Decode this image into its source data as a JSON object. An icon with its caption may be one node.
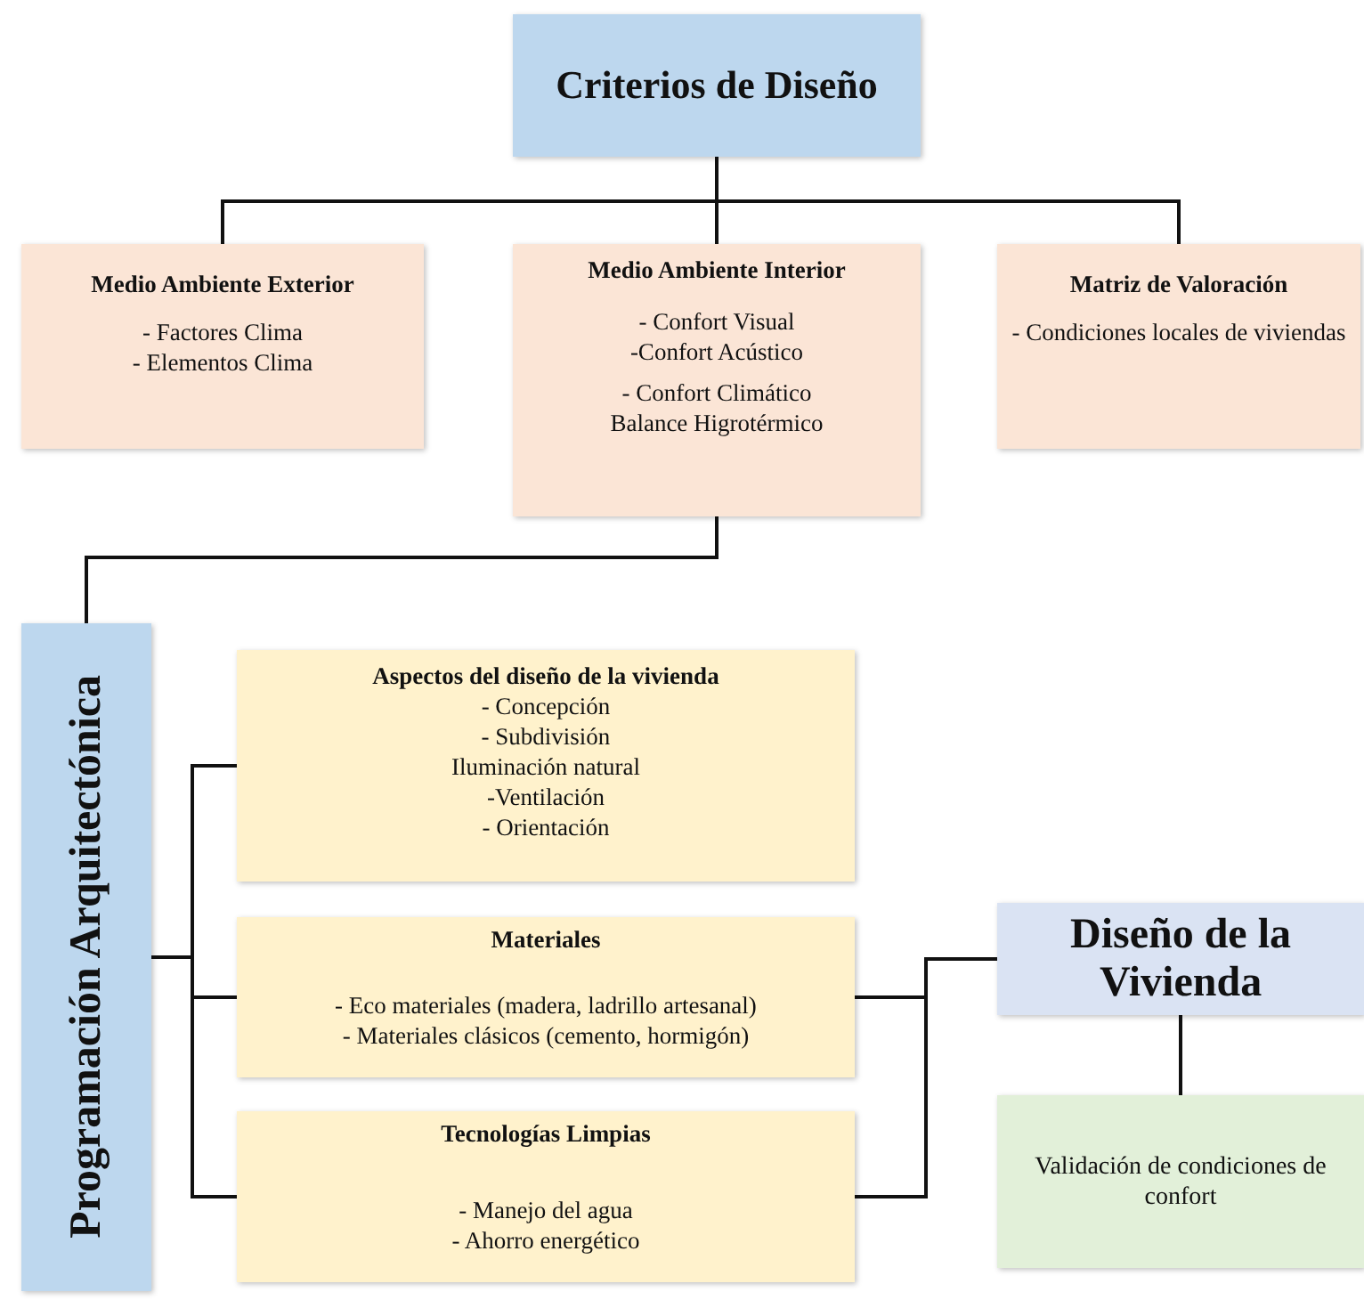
{
  "diagram": {
    "nodes": [
      {
        "text": [
          "Criterios de Diseño"
        ]
      },
      {
        "text": [
          "Medio Ambiente Exterior",
          "- Factores Clima",
          "- Elementos Clima"
        ]
      },
      {
        "text": [
          "Medio Ambiente Interior",
          "- Confort Visual",
          "-Confort Acústico",
          "- Confort Climático",
          "Balance Higrotérmico"
        ]
      },
      {
        "text": [
          "Matriz de Valoración",
          "- Condiciones locales de viviendas"
        ]
      },
      {
        "text": [
          "Programación Arquitectónica"
        ]
      },
      {
        "text": [
          "Aspectos del diseño de la vivienda",
          "- Concepción",
          "- Subdivisión",
          "Iluminación natural",
          "-Ventilación",
          "- Orientación"
        ]
      },
      {
        "text": [
          "Materiales",
          "- Eco materiales (madera, ladrillo artesanal)",
          "- Materiales clásicos (cemento, hormigón)"
        ]
      },
      {
        "text": [
          "Tecnologías Limpias",
          "- Manejo del agua",
          "- Ahorro energético"
        ]
      },
      {
        "text": [
          "Diseño de la Vivienda"
        ]
      },
      {
        "text": [
          "Validación de condiciones de confort"
        ]
      }
    ],
    "edges": [
      {
        "from": 0,
        "to": 1,
        "arrow": "none"
      },
      {
        "from": 0,
        "to": 2,
        "arrow": "none"
      },
      {
        "from": 0,
        "to": 3,
        "arrow": "none"
      },
      {
        "from": 2,
        "to": 4,
        "arrow": "none"
      },
      {
        "from": 4,
        "to": 5,
        "arrow": "none"
      },
      {
        "from": 4,
        "to": 6,
        "arrow": "none"
      },
      {
        "from": 4,
        "to": 7,
        "arrow": "none"
      },
      {
        "from": 6,
        "to": 8,
        "arrow": "none"
      },
      {
        "from": 7,
        "to": 8,
        "arrow": "none"
      },
      {
        "from": 8,
        "to": 9,
        "arrow": "none"
      }
    ]
  }
}
